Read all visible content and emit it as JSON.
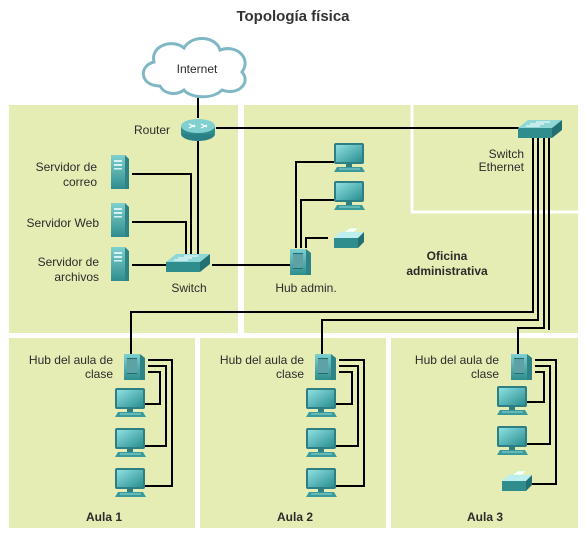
{
  "title": "Topología física",
  "colors": {
    "zone_fill": "#e6edb4",
    "cable": "#000000",
    "device_teal": "#3a9a9a",
    "cloud_outline": "#7fb8c4"
  },
  "labels": {
    "internet": "Internet",
    "router": "Router",
    "mail_server_1": "Servidor de",
    "mail_server_2": "correo",
    "web_server": "Servidor Web",
    "file_server_1": "Servidor de",
    "file_server_2": "archivos",
    "switch": "Switch",
    "hub_admin": "Hub admin.",
    "ethernet_switch_1": "Switch",
    "ethernet_switch_2": "Ethernet",
    "office_1": "Oficina",
    "office_2": "administrativa",
    "classroom_hub_1": "Hub del aula de",
    "classroom_hub_2": "clase",
    "classroom_1": "Aula 1",
    "classroom_2": "Aula 2",
    "classroom_3": "Aula 3"
  },
  "icons": [
    "cloud-icon",
    "router-icon",
    "server-icon",
    "switch-icon",
    "hub-icon",
    "pc-icon",
    "printer-icon"
  ]
}
